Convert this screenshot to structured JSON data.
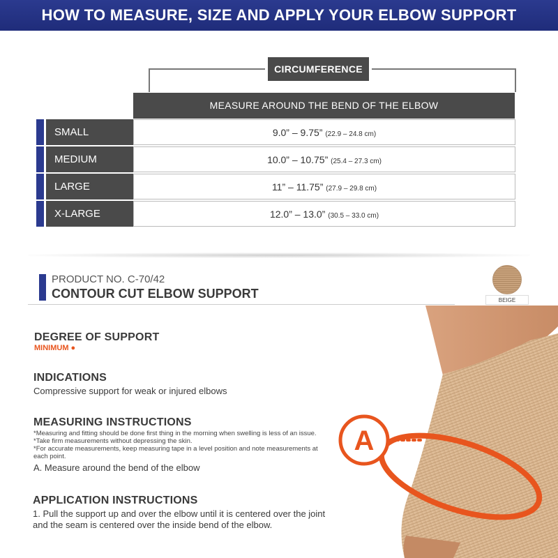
{
  "banner": {
    "title": "HOW TO MEASURE, SIZE AND APPLY YOUR ELBOW SUPPORT"
  },
  "size_chart": {
    "group_label": "CIRCUMFERENCE",
    "column_header": "MEASURE AROUND THE BEND OF THE ELBOW",
    "rows": [
      {
        "size": "SMALL",
        "inches": "9.0” – 9.75”",
        "cm": "(22.9 – 24.8 cm)"
      },
      {
        "size": "MEDIUM",
        "inches": "10.0” – 10.75”",
        "cm": "(25.4 – 27.3 cm)"
      },
      {
        "size": "LARGE",
        "inches": "11” – 11.75”",
        "cm": "(27.9 – 29.8 cm)"
      },
      {
        "size": "X-LARGE",
        "inches": "12.0” – 13.0”",
        "cm": "(30.5 – 33.0 cm)"
      }
    ]
  },
  "product": {
    "number": "PRODUCT NO. C-70/42",
    "name": "CONTOUR CUT ELBOW SUPPORT",
    "color_label": "BEIGE",
    "swatch_color": "#c8a27c"
  },
  "support": {
    "heading": "DEGREE OF SUPPORT",
    "level": "MINIMUM ●"
  },
  "indications": {
    "heading": "INDICATIONS",
    "text": "Compressive support for weak or injured elbows"
  },
  "measuring": {
    "heading": "MEASURING INSTRUCTIONS",
    "notes": [
      "*Measuring and fitting should be done first thing in the morning when swelling is less of an issue.",
      "*Take firm measurements without depressing the skin.",
      "*For accurate measurements, keep measuring tape in a level position and note measurements at each point."
    ],
    "step": "A. Measure around the bend of the elbow"
  },
  "application": {
    "heading": "APPLICATION INSTRUCTIONS",
    "text": "1. Pull the support up and over the elbow until it is centered over the joint and the seam is centered over the inside bend of the elbow."
  },
  "diagram": {
    "marker": "A"
  },
  "colors": {
    "navy": "#2b3a8f",
    "dark_gray": "#4a4a4a",
    "orange": "#e8551e",
    "beige": "#d9b48f"
  }
}
